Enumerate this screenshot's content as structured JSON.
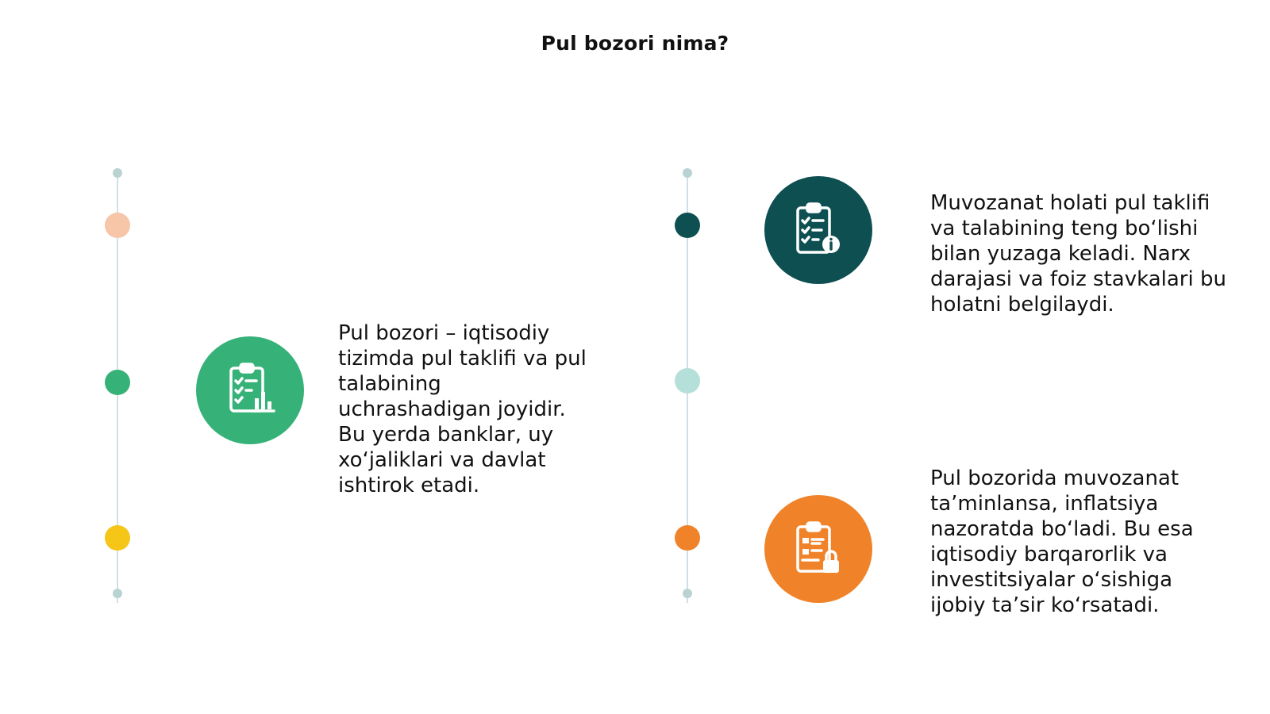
{
  "title": "Pul bozori nima?",
  "colors": {
    "line": "#cfe0e4",
    "cap": "#b9d3d3",
    "peach": "#f7c5a8",
    "green": "#36b278",
    "yellow": "#f5c518",
    "dark_teal": "#0e4f52",
    "light_teal": "#b5dfd9",
    "orange": "#f0832a"
  },
  "items": [
    {
      "icon": "clipboard-chart-icon",
      "text": "Pul bozori – iqtisodiy\ntizimda pul taklifi va pul\ntalabining\nuchrashadigan joyidir.\nBu yerda banklar, uy\nxo‘jaliklari va davlat\nishtirok etadi."
    },
    {
      "icon": "clipboard-info-icon",
      "text": "Muvozanat holati pul taklifi\nva talabining teng bo‘lishi\nbilan yuzaga keladi. Narx\ndarajasi va foiz stavkalari bu\nholatni belgilaydi."
    },
    {
      "icon": "clipboard-lock-icon",
      "text": "Pul bozorida muvozanat\nta’minlansa, inflatsiya\nnazoratda bo‘ladi. Bu esa\niqtisodiy barqarorlik va\ninvestitsiyalar o‘sishiga\nijobiy ta’sir ko‘rsatadi."
    }
  ]
}
